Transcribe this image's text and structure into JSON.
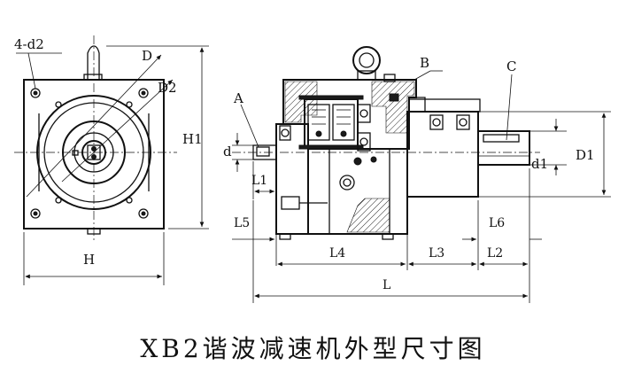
{
  "caption": "XB2谐波减速机外型尺寸图",
  "front_view": {
    "hole_label": "4-d2",
    "diameter_outer": "D",
    "diameter_pitch": "D2",
    "height": "H1",
    "width": "H"
  },
  "side_view": {
    "part_a": "A",
    "part_b": "B",
    "part_c": "C",
    "shaft_dia_in": "d",
    "shaft_dia_out": "d1",
    "flange_dia": "D1",
    "dim_l1": "L1",
    "dim_l5": "L5",
    "dim_l4": "L4",
    "dim_l3": "L3",
    "dim_l6": "L6",
    "dim_l2": "L2",
    "dim_l": "L"
  }
}
